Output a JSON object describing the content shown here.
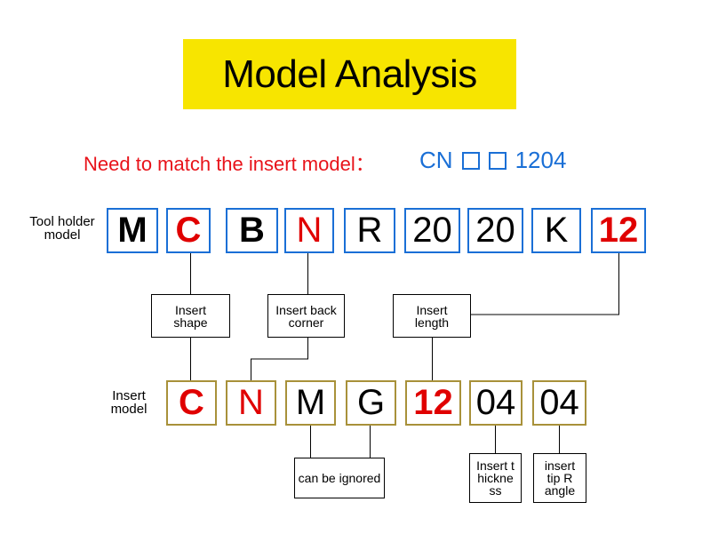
{
  "title": "Model Analysis",
  "subtitle": "Need to match the insert model：",
  "target_model": {
    "prefix": "CN",
    "suffix": "1204"
  },
  "holder": {
    "label": "Tool holder model",
    "cells": [
      {
        "text": "M",
        "color": "black",
        "bold": true
      },
      {
        "text": "C",
        "color": "red",
        "bold": true
      },
      {
        "text": "B",
        "color": "black",
        "bold": true
      },
      {
        "text": "N",
        "color": "red",
        "bold": false
      },
      {
        "text": "R",
        "color": "black",
        "bold": false
      },
      {
        "text": "20",
        "color": "black",
        "bold": false
      },
      {
        "text": "20",
        "color": "black",
        "bold": false
      },
      {
        "text": "K",
        "color": "black",
        "bold": false
      },
      {
        "text": "12",
        "color": "red",
        "bold": true
      }
    ]
  },
  "insert": {
    "label": "Insert model",
    "cells": [
      {
        "text": "C",
        "color": "red",
        "bold": true
      },
      {
        "text": "N",
        "color": "red",
        "bold": false
      },
      {
        "text": "M",
        "color": "black",
        "bold": false
      },
      {
        "text": "G",
        "color": "black",
        "bold": false
      },
      {
        "text": "12",
        "color": "red",
        "bold": true
      },
      {
        "text": "04",
        "color": "black",
        "bold": false
      },
      {
        "text": "04",
        "color": "black",
        "bold": false
      }
    ]
  },
  "notes": {
    "insert_shape": "Insert shape",
    "back_corner": "Insert back corner",
    "insert_length": "Insert length",
    "ignored": "can be ignored",
    "thickness": "Insert thickness",
    "tip_angle": "insert tip R angle"
  },
  "colors": {
    "title_bg": "#f7e500",
    "red": "#e00000",
    "blue": "#1a6fd6",
    "gold": "#a8913a"
  }
}
